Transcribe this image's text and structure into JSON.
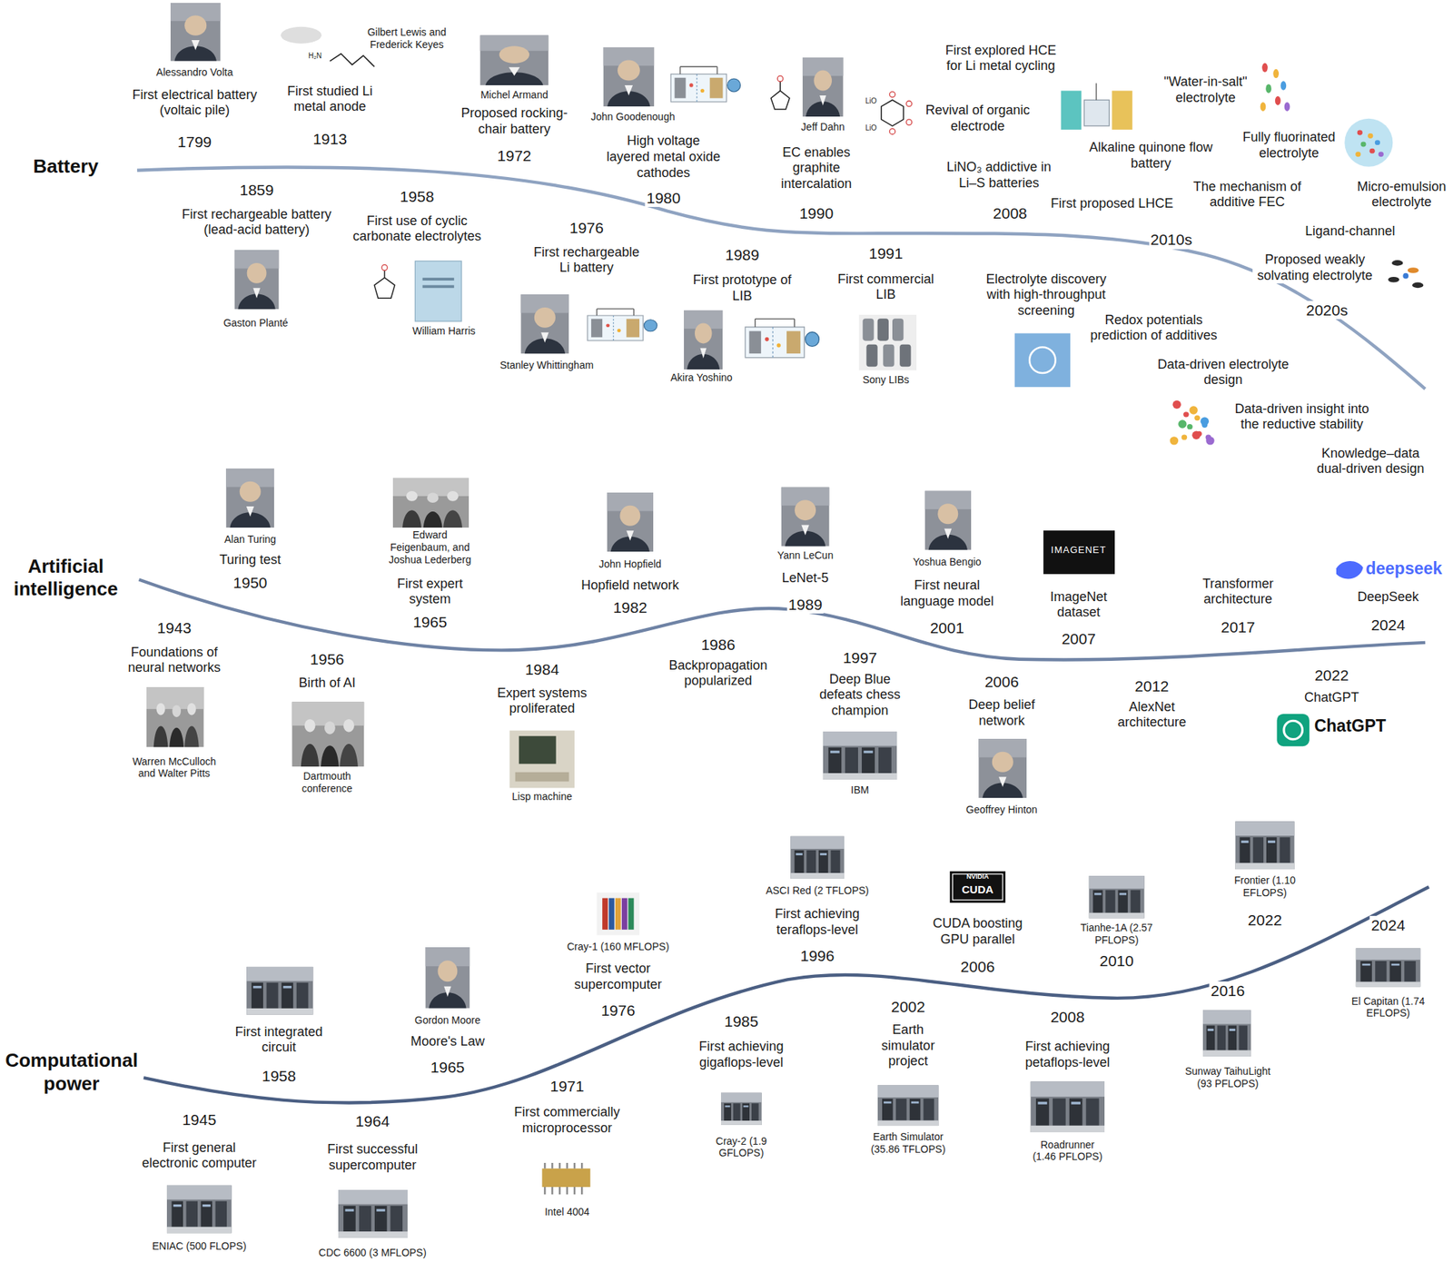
{
  "diagram": {
    "labels": [
      "Alessandro Volta",
      "First electrical battery (voltaic pile)",
      "1799",
      "H₂N",
      "Gilbert Lewis and Frederick Keyes",
      "First studied Li metal anode",
      "1913",
      "Michel Armand",
      "Proposed rocking-chair battery",
      "1972",
      "John Goodenough",
      "High voltage layered metal oxide cathodes",
      "1980",
      "Jeff Dahn",
      "EC enables graphite intercalation",
      "1990",
      "LiO",
      "LiO",
      "First explored HCE for Li metal cycling",
      "Revival of organic electrode",
      "LiNO₃ addictive in Li–S batteries",
      "2008",
      "Alkaline quinone flow battery",
      "First proposed LHCE",
      "\"Water-in-salt\" electrolyte",
      "Fully fluorinated electrolyte",
      "The mechanism of additive FEC",
      "Micro-emulsion electrolyte",
      "2010s",
      "Ligand-channel",
      "Proposed weakly solvating electrolyte",
      "2020s",
      "Battery",
      "1859",
      "First rechargeable battery (lead-acid battery)",
      "Gaston Planté",
      "1958",
      "First use of cyclic carbonate electrolytes",
      "William Harris",
      "1976",
      "First rechargeable Li battery",
      "Stanley Whittingham",
      "1989",
      "First prototype of LIB",
      "Akira Yoshino",
      "1991",
      "First commercial LIB",
      "Sony LIBs",
      "Electrolyte discovery with high-throughput screening",
      "Redox potentials prediction of additives",
      "Data-driven electrolyte design",
      "Data-driven insight into the reductive stability",
      "Knowledge–data dual-driven design",
      "Artificial intelligence",
      "Alan Turing",
      "Turing test",
      "1950",
      "Edward Feigenbaum, and Joshua Lederberg",
      "First expert system",
      "1965",
      "John Hopfield",
      "Hopfield network",
      "1982",
      "Yann LeCun",
      "LeNet-5",
      "1989",
      "Yoshua Bengio",
      "First neural language model",
      "2001",
      "IMAGENET",
      "ImageNet dataset",
      "2007",
      "Transformer architecture",
      "2017",
      "deepseek",
      "DeepSeek",
      "2024",
      "1943",
      "Foundations of neural networks",
      "Warren McCulloch and Walter Pitts",
      "1956",
      "Birth of AI",
      "Dartmouth conference",
      "1984",
      "Expert systems proliferated",
      "Lisp machine",
      "1986",
      "Backpropagation popularized",
      "1997",
      "Deep Blue defeats chess champion",
      "IBM",
      "2006",
      "Deep belief network",
      "Geoffrey Hinton",
      "2012",
      "AlexNet architecture",
      "2022",
      "ChatGPT",
      "ChatGPT",
      "Computational power",
      "First integrated circuit",
      "1958",
      "Gordon Moore",
      "Moore's Law",
      "1965",
      "Cray-1 (160 MFLOPS)",
      "First vector supercomputer",
      "1976",
      "ASCI Red (2 TFLOPS)",
      "First achieving teraflops-level",
      "1996",
      "NVIDIA",
      "CUDA",
      "CUDA boosting GPU parallel",
      "2006",
      "Tianhe-1A (2.57 PFLOPS)",
      "2010",
      "Frontier (1.10 EFLOPS)",
      "2022",
      "2024",
      "El Capitan (1.74 EFLOPS)",
      "1945",
      "First general electronic computer",
      "ENIAC (500 FLOPS)",
      "1964",
      "First successful supercomputer",
      "CDC 6600 (3 MFLOPS)",
      "1971",
      "First commercially microprocessor",
      "Intel 4004",
      "1985",
      "First achieving gigaflops-level",
      "Cray-2 (1.9 GFLOPS)",
      "2002",
      "Earth simulator project",
      "Earth Simulator (35.86 TFLOPS)",
      "2008",
      "First achieving petaflops-level",
      "Roadrunner (1.46 PFLOPS)",
      "2016",
      "Sunway TaihuLight (93 PFLOPS)"
    ]
  }
}
